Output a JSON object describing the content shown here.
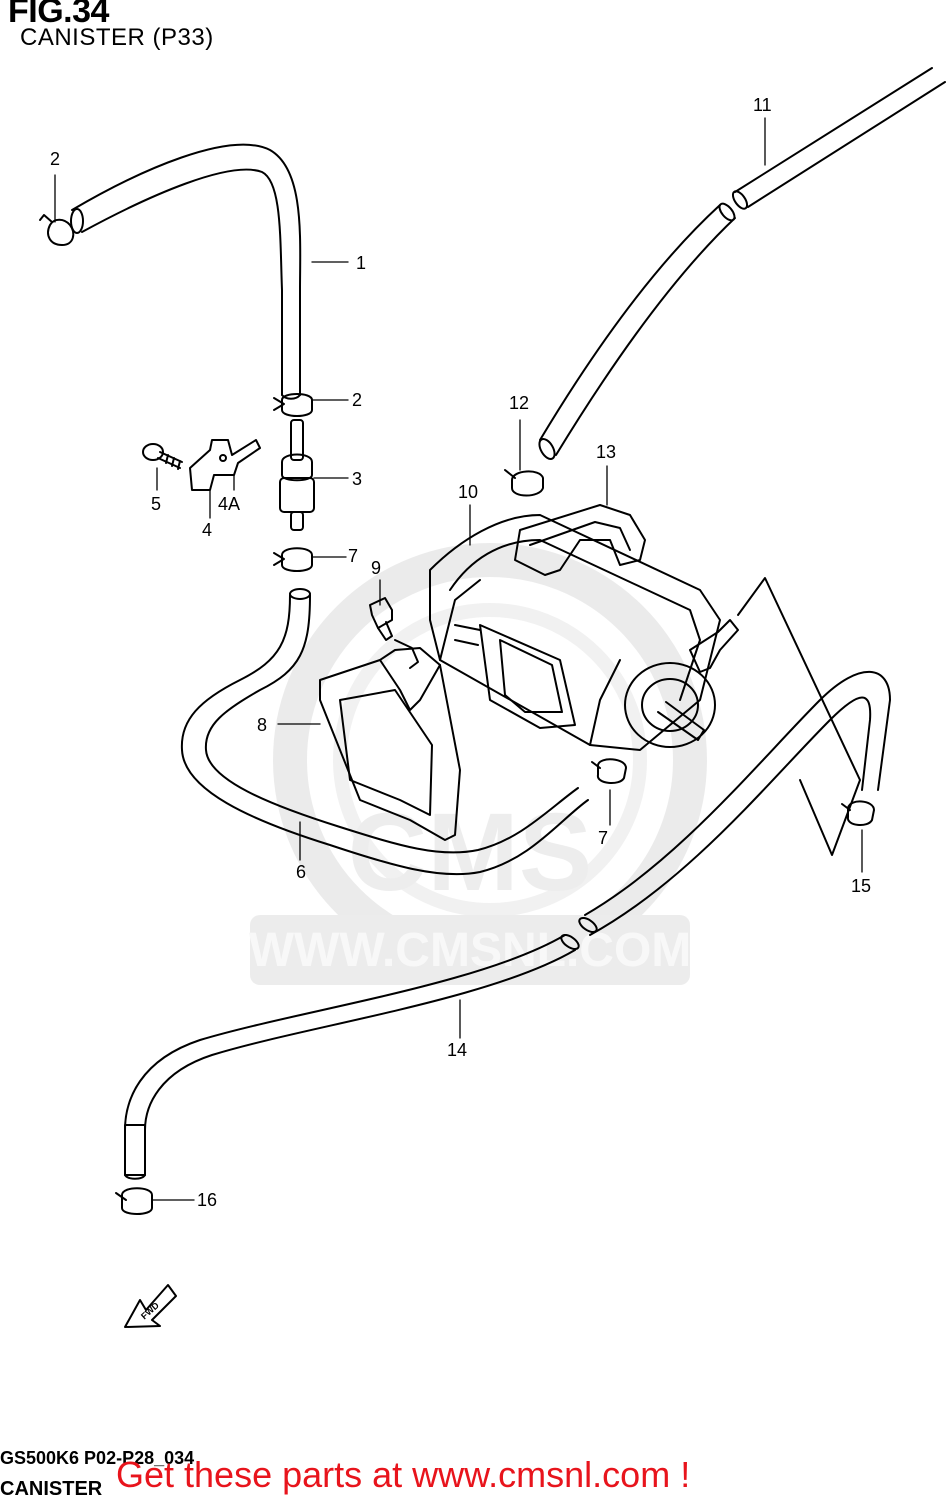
{
  "figure": {
    "title": "FIG.34",
    "subtitle": "CANISTER (P33)"
  },
  "watermark": {
    "brand": "CMS",
    "url": "WWW.CMSNL.COM"
  },
  "callouts": [
    "1",
    "2",
    "2",
    "3",
    "4",
    "4A",
    "5",
    "6",
    "7",
    "7",
    "8",
    "9",
    "10",
    "11",
    "12",
    "13",
    "14",
    "15",
    "16"
  ],
  "fwd_arrow_label": "FWD",
  "footer": {
    "code": "GS500K6 P02-P28_034",
    "name": "CANISTER"
  },
  "promo": {
    "text": "Get these parts at www.cmsnl.com !",
    "color": "#e8141c"
  }
}
